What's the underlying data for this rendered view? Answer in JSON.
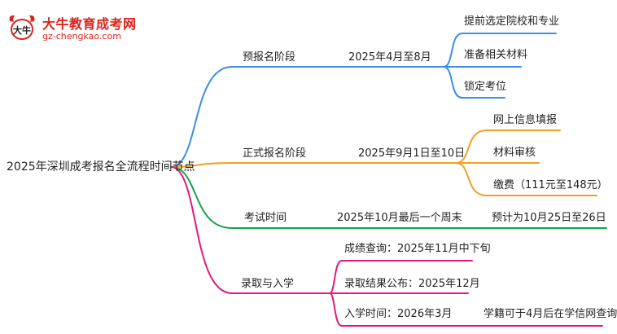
{
  "logo": {
    "mark_text": "大牛",
    "name": "大牛教育成考网",
    "url": "gz-chengkao.com"
  },
  "colors": {
    "blue": "#3a8ee6",
    "orange": "#f0a020",
    "green": "#17a34a",
    "pink": "#e5197a",
    "logo_red": "#e0211b"
  },
  "mindmap": {
    "root": "2025年深圳成考报名全流程时间节点",
    "branches": [
      {
        "label": "预报名阶段",
        "time": "2025年4月至8月",
        "children": [
          "提前选定院校和专业",
          "准备相关材料",
          "锁定考位"
        ]
      },
      {
        "label": "正式报名阶段",
        "time": "2025年9月1日至10日",
        "children": [
          "网上信息填报",
          "材料审核",
          "缴费（111元至148元）"
        ]
      },
      {
        "label": "考试时间",
        "time": "2025年10月最后一个周末",
        "children": [
          "预计为10月25日至26日"
        ]
      },
      {
        "label": "录取与入学",
        "children": [
          "成绩查询：2025年11月中下旬",
          "录取结果公布：2025年12月",
          "入学时间：2026年3月"
        ],
        "note": "学籍可于4月后在学信网查询"
      }
    ]
  }
}
